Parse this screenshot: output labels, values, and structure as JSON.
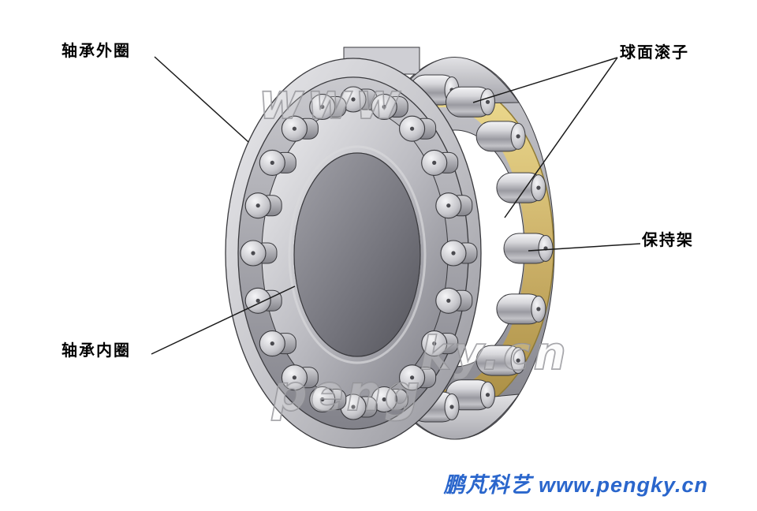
{
  "labels": {
    "outer_ring": "轴承外圈",
    "roller": "球面滚子",
    "cage": "保持架",
    "inner_ring": "轴承内圈"
  },
  "watermarks": {
    "w1": "www",
    "w2": "peng",
    "w3": "ky.cn"
  },
  "footer": {
    "brand": "鹏芃科艺 www.pengky.cn"
  },
  "colors": {
    "brass": "#cdb26a",
    "steel_light": "#e3e3e6",
    "steel_dark": "#84848a",
    "outline": "#3a3a3e",
    "footer_blue": "#2a66cc",
    "label_text": "#000000"
  }
}
